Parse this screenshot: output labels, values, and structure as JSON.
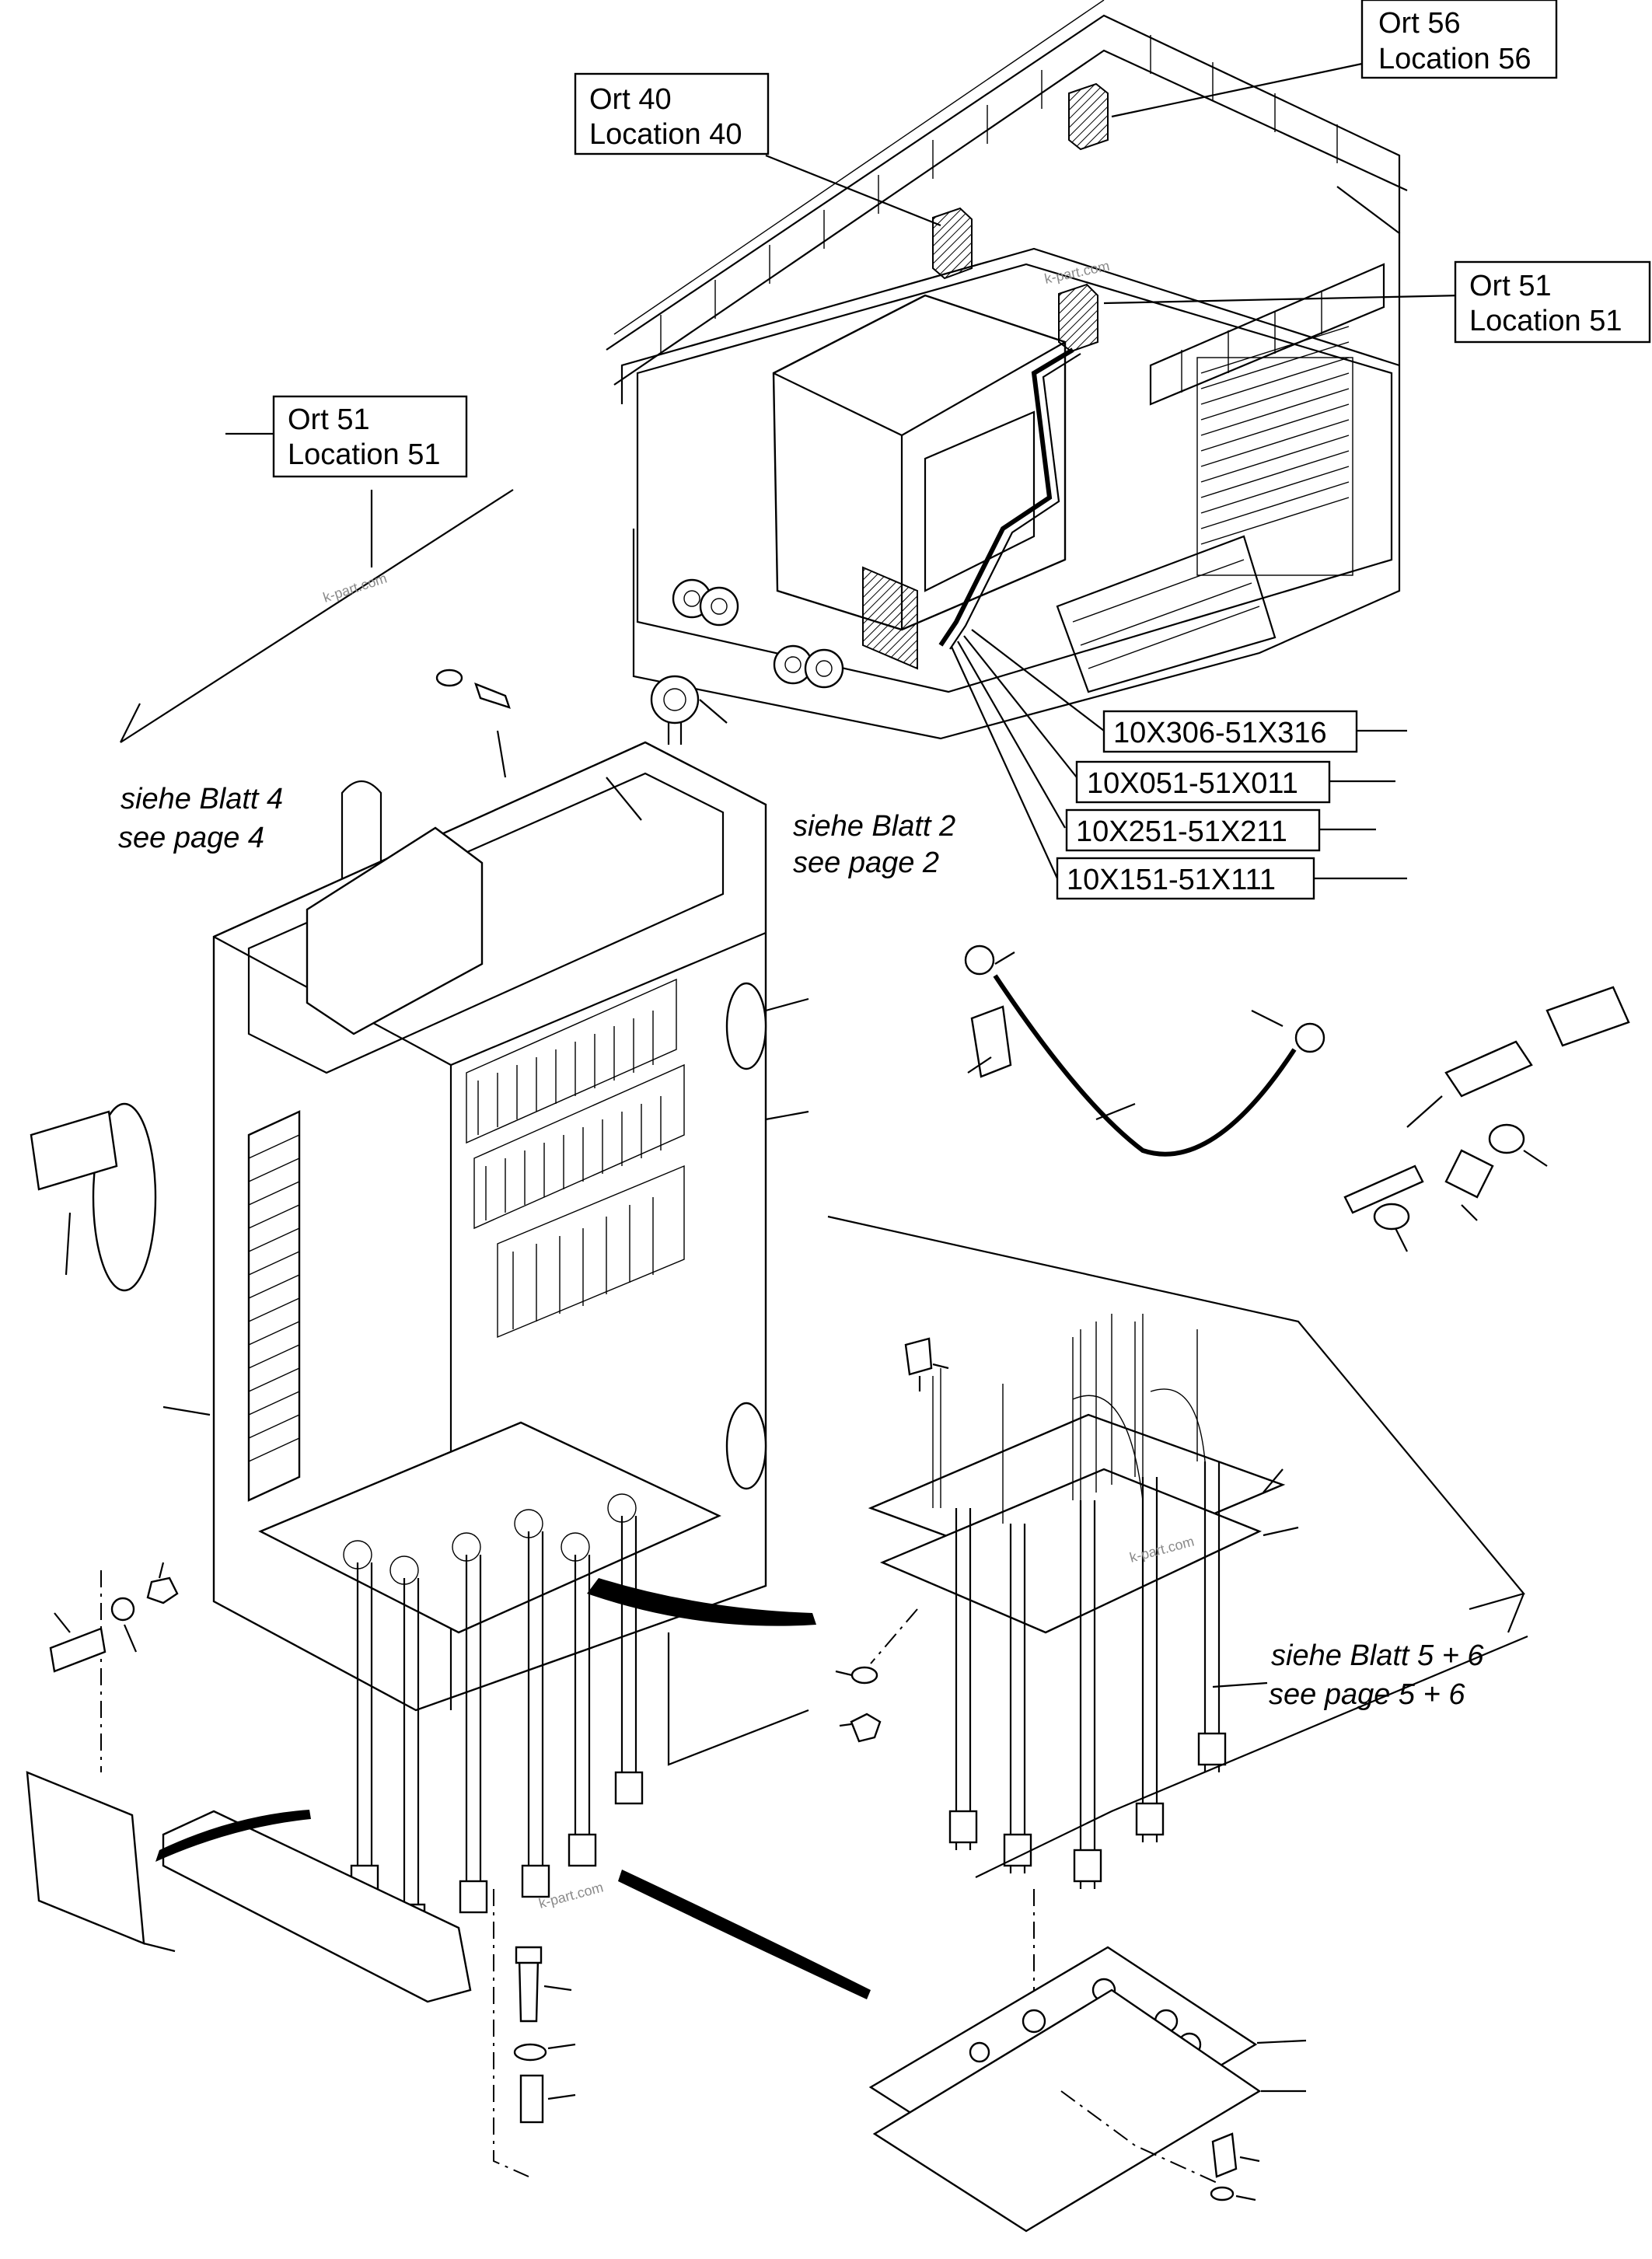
{
  "location_labels": [
    {
      "line1": "Ort 56",
      "line2": "Location 56"
    },
    {
      "line1": "Ort 40",
      "line2": "Location 40"
    },
    {
      "line1": "Ort 51",
      "line2": "Location 51"
    },
    {
      "line1": "Ort 51",
      "line2": "Location 51"
    }
  ],
  "cable_labels": [
    "10X306-51X316",
    "10X051-51X011",
    "10X251-51X211",
    "10X151-51X111"
  ],
  "notes": [
    {
      "line1": "siehe Blatt 4",
      "line2": "see page 4"
    },
    {
      "line1": "siehe Blatt 2",
      "line2": "see page 2"
    },
    {
      "line1": "siehe Blatt 5 + 6",
      "line2": "see page 5 + 6"
    }
  ],
  "watermarks": [
    "k-part.com",
    "k-part.com",
    "k-part.com",
    "k-part.com"
  ],
  "colors": {
    "ink": "#000000",
    "paper": "#ffffff",
    "watermark": "#8a8a8a"
  }
}
